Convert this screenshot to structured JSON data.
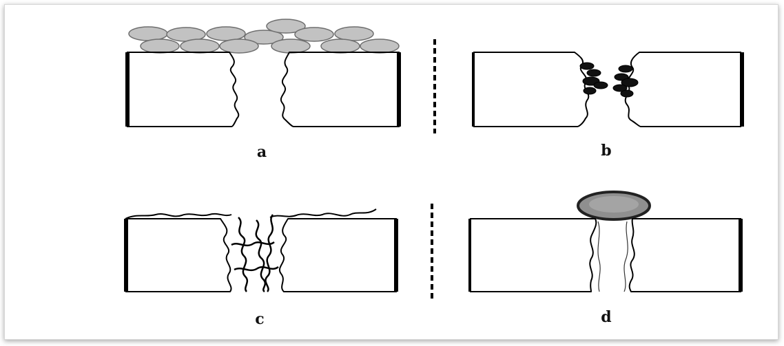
{
  "panels": [
    {
      "id": "a",
      "label": "a"
    },
    {
      "id": "b",
      "label": "b"
    },
    {
      "id": "c",
      "label": "c"
    },
    {
      "id": "d",
      "label": "d"
    }
  ],
  "colors": {
    "outline": "#000000",
    "particle_fill": "#c2c2c2",
    "particle_stroke": "#6e6e6e",
    "blob_fill": "#8f8f8f",
    "blob_rim": "#222222",
    "frame_shadow": "#9a9a9a"
  }
}
